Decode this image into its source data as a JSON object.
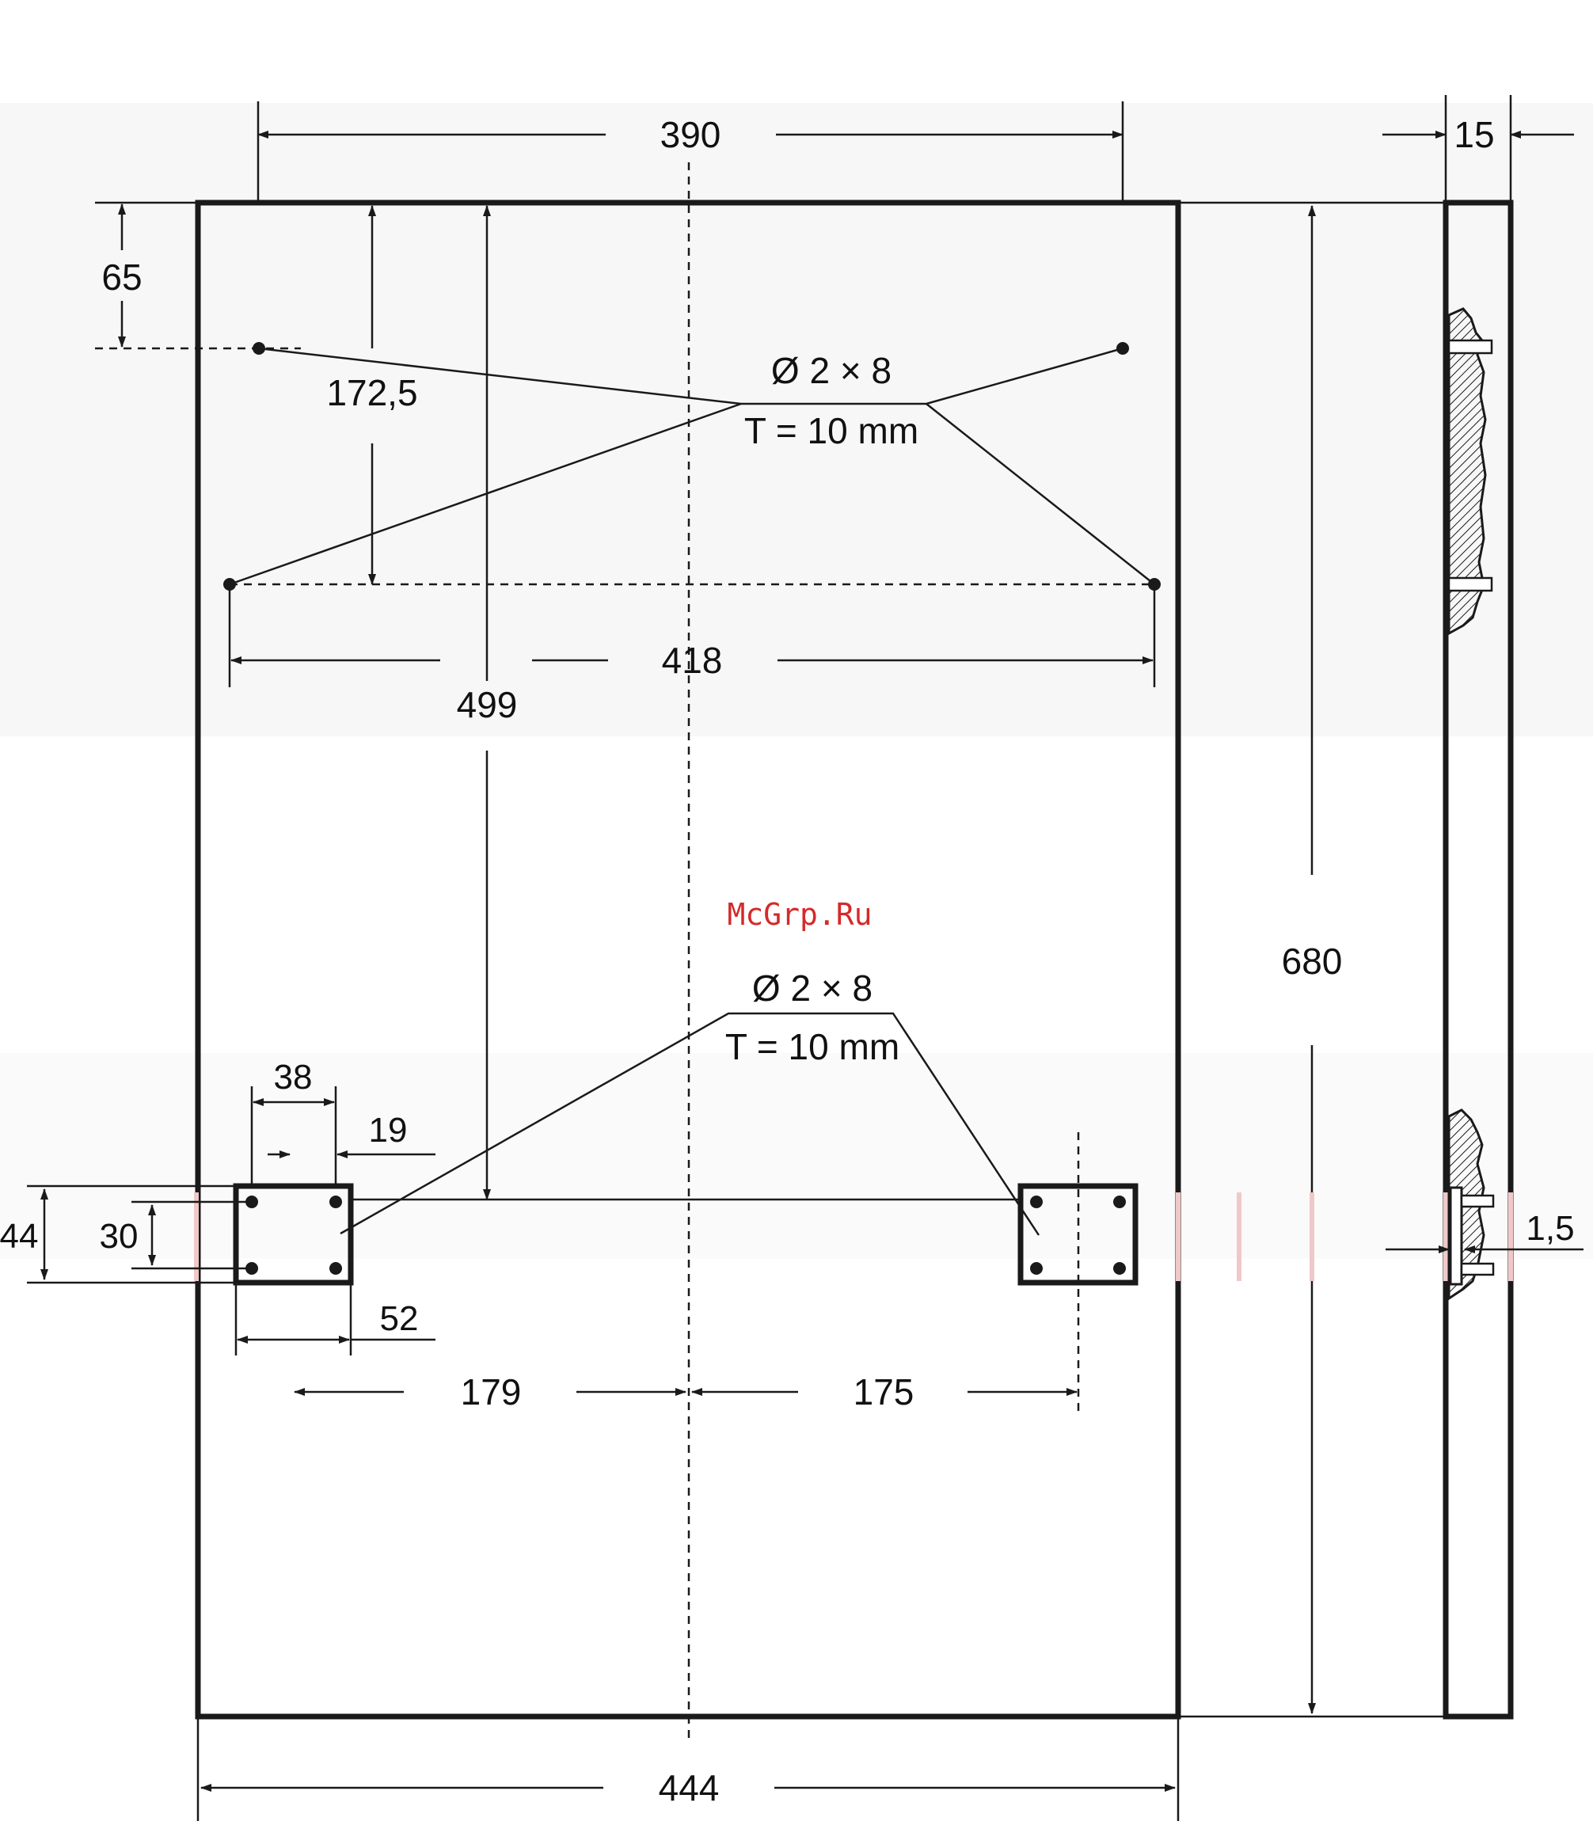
{
  "dimensions": {
    "top_width": "390",
    "side_thickness": "15",
    "top_offset": "65",
    "upper_hole_offset": "172,5",
    "upper_hole_spacing": "418",
    "bracket_height_from_top": "499",
    "total_height": "680",
    "bracket_width": "38",
    "bracket_hole_offset": "19",
    "bracket_outer_height": "44",
    "bracket_hole_spacing_v": "30",
    "bracket_outer_width": "52",
    "left_from_center": "179",
    "right_from_center": "175",
    "total_width": "444",
    "recess_depth": "1,5"
  },
  "notes": {
    "upper_screw": "Ø 2 × 8",
    "upper_depth": "T = 10 mm",
    "lower_screw": "Ø 2 × 8",
    "lower_depth": "T = 10 mm"
  },
  "watermark": "McGrp.Ru",
  "colors": {
    "line": "#1a1a1a",
    "watermark": "#d42a2a",
    "background": "#ffffff"
  }
}
